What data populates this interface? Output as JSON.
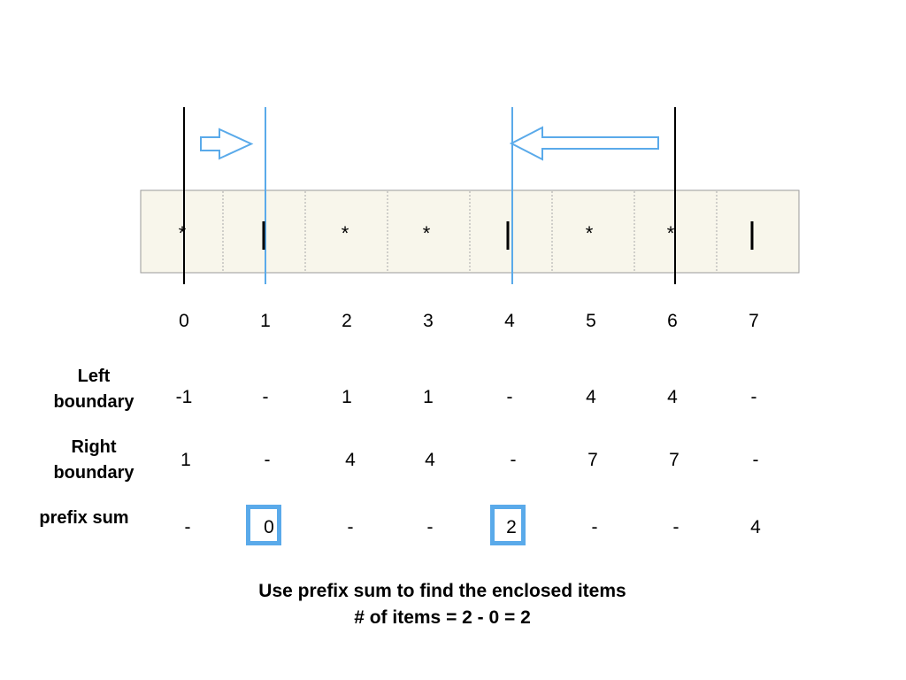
{
  "cells": [
    "*",
    "|",
    "*",
    "*",
    "|",
    "*",
    "*",
    "|"
  ],
  "indices": [
    "0",
    "1",
    "2",
    "3",
    "4",
    "5",
    "6",
    "7"
  ],
  "rows": [
    {
      "label": "Left\nboundary",
      "values": [
        "-1",
        "-",
        "1",
        "1",
        "-",
        "4",
        "4",
        "-"
      ]
    },
    {
      "label": "Right\nboundary",
      "values": [
        "1",
        "-",
        "4",
        "4",
        "-",
        "7",
        "7",
        "-"
      ]
    },
    {
      "label": "prefix sum",
      "values": [
        "-",
        "0",
        "-",
        "-",
        "2",
        "-",
        "-",
        "4"
      ]
    }
  ],
  "highlighted_prefix": [
    "0",
    "2"
  ],
  "caption": {
    "line1": "Use prefix sum to find the enclosed items",
    "line2": "# of items = 2 - 0 = 2"
  },
  "colors": {
    "accent": "#5aaaea",
    "strip": "#f8f6eb",
    "boundary": "#000000"
  }
}
